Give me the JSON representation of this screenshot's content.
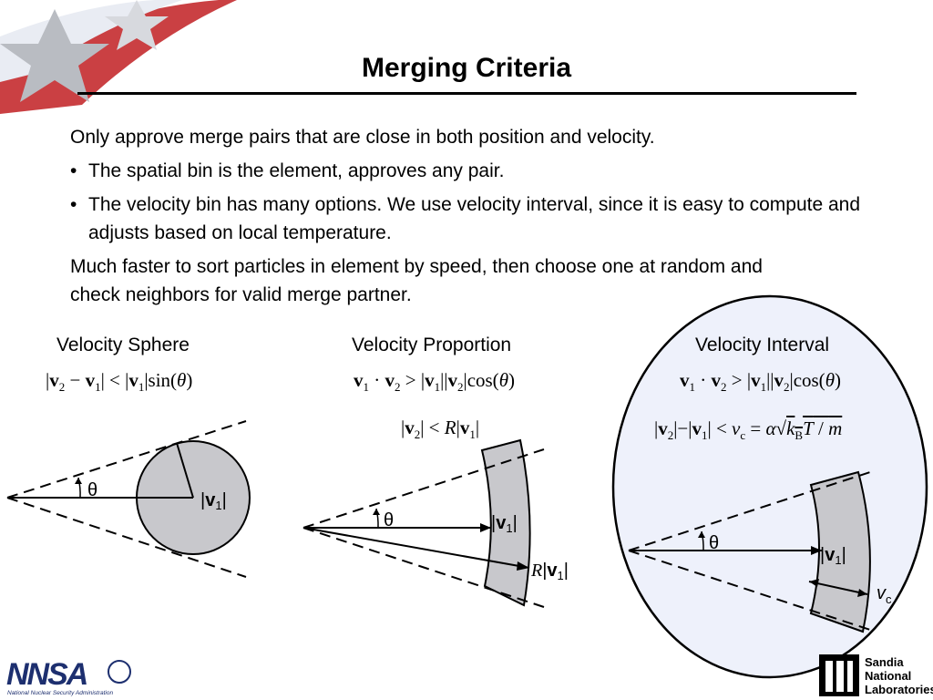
{
  "title": "Merging Criteria",
  "intro": "Only approve merge pairs that are close in both position and velocity.",
  "bullets": [
    "The spatial bin is the element, approves any pair.",
    "The velocity bin has many options. We use velocity interval, since it is easy to compute and adjusts based on local temperature."
  ],
  "closing": "Much faster to sort particles in element by speed, then choose one at random and check neighbors for valid merge partner.",
  "diagrams": [
    {
      "label": "Velocity Sphere",
      "angle": "θ",
      "vector": "|v1|"
    },
    {
      "label": "Velocity Proportion",
      "angle": "θ",
      "vector": "|v1|",
      "outer": "R|v1|"
    },
    {
      "label": "Velocity Interval",
      "angle": "θ",
      "vector": "|v1|",
      "width": "vc"
    }
  ],
  "logos": {
    "left_org": "NNSA",
    "left_caption": "National Nuclear Security Administration",
    "right_org": "Sandia National Laboratories"
  },
  "colors": {
    "fill_gray": "#c8c8cc",
    "ellipse_fill": "#eef1fb"
  }
}
